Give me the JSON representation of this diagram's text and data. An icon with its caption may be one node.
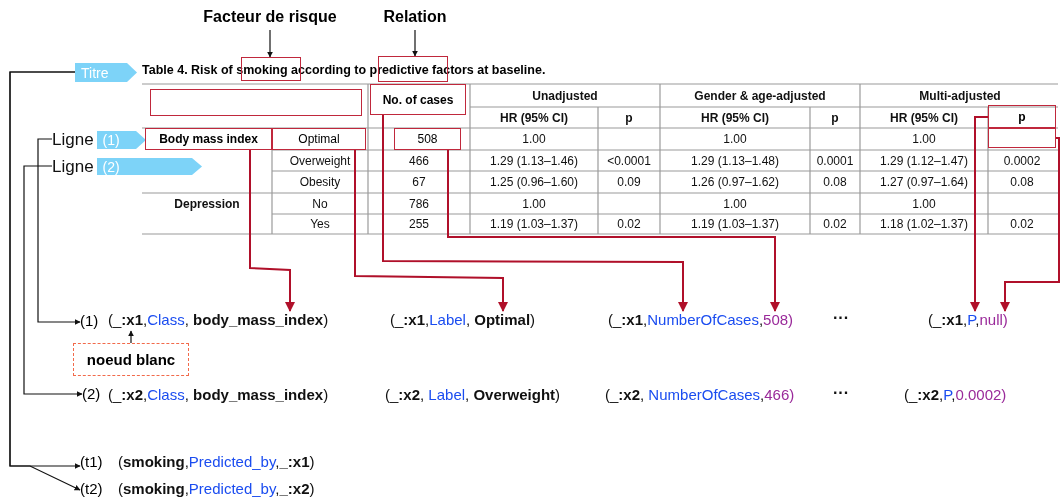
{
  "diagram": {
    "nodes": [
      {
        "text": [
          "Facteur de risque"
        ]
      },
      {
        "text": [
          "Relation"
        ]
      },
      {
        "text": [
          "Titre"
        ]
      },
      {
        "text": [
          "Table 4. Risk of smoking according to predictive factors at baseline."
        ]
      },
      {
        "text": [],
        "shape": "box",
        "in": 3
      },
      {
        "text": [],
        "shape": "box",
        "in": 3
      },
      {
        "text": [],
        "shape": "box"
      },
      {
        "text": [
          "No. of cases"
        ]
      },
      {
        "text": [
          "p"
        ]
      },
      {
        "text": [
          "Ligne",
          "(1)"
        ]
      },
      {
        "text": [
          "Body mass index"
        ]
      },
      {
        "text": [
          "Optimal"
        ]
      },
      {
        "text": [
          "508"
        ]
      },
      {
        "text": [],
        "shape": "box"
      },
      {
        "text": [
          "Ligne",
          "(2)"
        ]
      },
      {
        "text": [
          "(1)"
        ]
      },
      {
        "text": [
          "(_**:x1**,Class, **body_mass_index**)"
        ]
      },
      {
        "text": [
          "(_**:x1**,Label, **Optimal**)"
        ]
      },
      {
        "text": [
          "(_**:x1**,NumberOfCases,508)"
        ]
      },
      {
        "text": [
          "(_**:x1**,P,null)"
        ]
      },
      {
        "text": [
          "noeud blanc"
        ]
      },
      {
        "text": [
          "(2)"
        ]
      },
      {
        "text": [
          "(_**:x2**,Class, **body_mass_index**)"
        ]
      },
      {
        "text": [
          "(_**:x2**, Label, **Overweight**)"
        ]
      },
      {
        "text": [
          "(_**:x2**, NumberOfCases,466)"
        ]
      },
      {
        "text": [
          "(_**:x2**,P,0.0002)"
        ]
      },
      {
        "text": [
          "(t1)"
        ]
      },
      {
        "text": [
          "(**smoking**,Predicted_by,**_:x1**)"
        ]
      },
      {
        "text": [
          "(t2)"
        ]
      },
      {
        "text": [
          "(**smoking**,Predicted_by,**_:x2**)"
        ]
      }
    ],
    "edges": [
      {
        "from": 0,
        "to": 4,
        "arrow": "to"
      },
      {
        "from": 1,
        "to": 5,
        "arrow": "to"
      },
      {
        "from": 2,
        "to": 26,
        "arrow": "to"
      },
      {
        "from": 2,
        "to": 28,
        "arrow": "to"
      },
      {
        "from": 9,
        "to": 15,
        "arrow": "to"
      },
      {
        "from": 14,
        "to": 21,
        "arrow": "to"
      },
      {
        "from": 20,
        "to": 16,
        "arrow": "to"
      },
      {
        "from": 10,
        "to": 16,
        "arrow": "to",
        "color": "#b0102a"
      },
      {
        "from": 11,
        "to": 17,
        "arrow": "to",
        "color": "#b0102a"
      },
      {
        "from": 7,
        "to": 18,
        "arrow": "to",
        "color": "#b0102a"
      },
      {
        "from": 12,
        "to": 18,
        "arrow": "to",
        "color": "#b0102a"
      },
      {
        "from": 8,
        "to": 19,
        "arrow": "to",
        "color": "#b0102a"
      },
      {
        "from": 13,
        "to": 19,
        "arrow": "to",
        "color": "#b0102a"
      }
    ],
    "labels": [
      "Unadjusted",
      "Gender & age-adjusted",
      "Multi-adjusted",
      "HR (95% CI)",
      "p",
      "HR (95% CI)",
      "p",
      "HR (95% CI)",
      "1.00",
      "1.00",
      "1.00",
      "Overweight",
      "466",
      "1.29 (1.13–1.46)",
      "<0.0001",
      "1.29 (1.13–1.48)",
      "0.0001",
      "1.29 (1.12–1.47)",
      "0.0002",
      "Obesity",
      "67",
      "1.25 (0.96–1.60)",
      "0.09",
      "1.26 (0.97–1.62)",
      "0.08",
      "1.27 (0.97–1.64)",
      "0.08",
      "Depression",
      "No",
      "786",
      "1.00",
      "1.00",
      "1.00",
      "Yes",
      "255",
      "1.19 (1.03–1.37)",
      "0.02",
      "1.19 (1.03–1.37)",
      "0.02",
      "1.18 (1.02–1.37)",
      "0.02",
      "···",
      "···"
    ]
  }
}
